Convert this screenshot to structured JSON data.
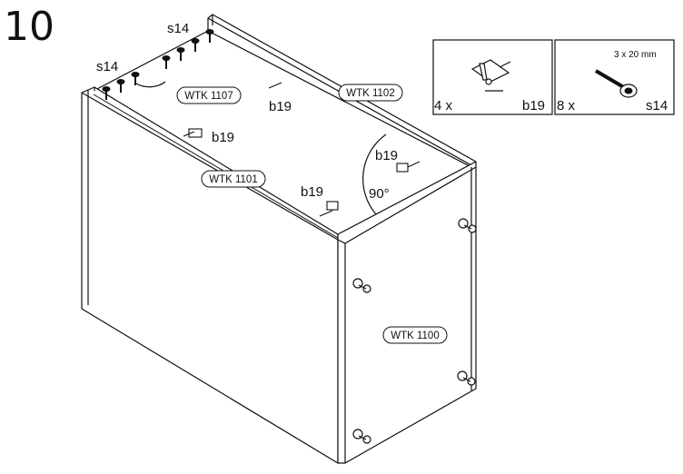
{
  "step": {
    "number": "10"
  },
  "parts_box_fitting": {
    "quantity": "4 x",
    "code": "b19"
  },
  "parts_box_screw": {
    "quantity": "8 x",
    "code": "s14",
    "size": "3 x 20 mm"
  },
  "callouts": {
    "s14_top": "s14",
    "s14_left": "s14",
    "b19_a": "b19",
    "b19_b": "b19",
    "b19_c": "b19",
    "b19_d": "b19",
    "angle": "90°"
  },
  "panels": {
    "wtk1107": "WTK 1107",
    "wtk1102": "WTK 1102",
    "wtk1101": "WTK 1101",
    "wtk1100": "WTK 1100"
  }
}
